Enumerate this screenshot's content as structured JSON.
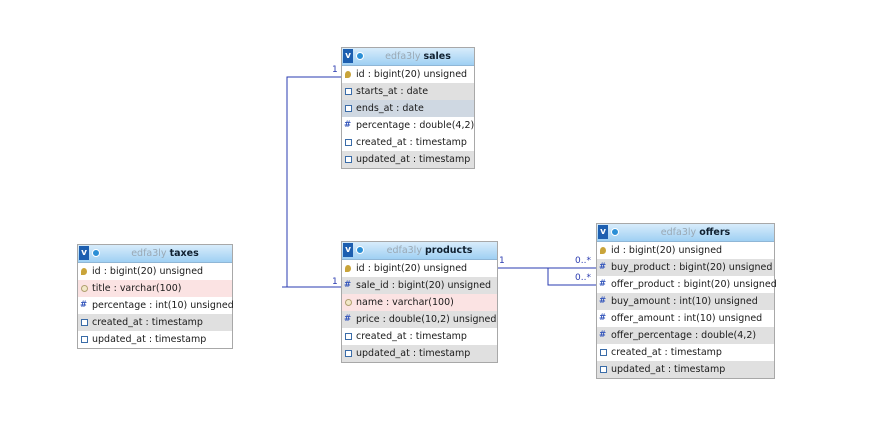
{
  "tables": {
    "sales": {
      "db": "edfa3ly",
      "name": "sales",
      "columns": [
        {
          "label": "id : bigint(20) unsigned",
          "icon": "key-icon",
          "shade": "none"
        },
        {
          "label": "starts_at : date",
          "icon": "date-icon",
          "shade": "alt"
        },
        {
          "label": "ends_at : date",
          "icon": "date-icon",
          "shade": "sel"
        },
        {
          "label": "percentage : double(4,2)",
          "icon": "number-icon",
          "shade": "none"
        },
        {
          "label": "created_at : timestamp",
          "icon": "date-icon",
          "shade": "none"
        },
        {
          "label": "updated_at : timestamp",
          "icon": "date-icon",
          "shade": "alt"
        }
      ]
    },
    "taxes": {
      "db": "edfa3ly",
      "name": "taxes",
      "columns": [
        {
          "label": "id : bigint(20) unsigned",
          "icon": "key-icon",
          "shade": "none"
        },
        {
          "label": "title : varchar(100)",
          "icon": "text-icon",
          "shade": "pink"
        },
        {
          "label": "percentage : int(10) unsigned",
          "icon": "number-icon",
          "shade": "none"
        },
        {
          "label": "created_at : timestamp",
          "icon": "date-icon",
          "shade": "alt"
        },
        {
          "label": "updated_at : timestamp",
          "icon": "date-icon",
          "shade": "none"
        }
      ]
    },
    "products": {
      "db": "edfa3ly",
      "name": "products",
      "columns": [
        {
          "label": "id : bigint(20) unsigned",
          "icon": "key-icon",
          "shade": "none"
        },
        {
          "label": "sale_id : bigint(20) unsigned",
          "icon": "number-icon",
          "shade": "alt"
        },
        {
          "label": "name : varchar(100)",
          "icon": "text-icon",
          "shade": "pink"
        },
        {
          "label": "price : double(10,2) unsigned",
          "icon": "number-icon",
          "shade": "alt"
        },
        {
          "label": "created_at : timestamp",
          "icon": "date-icon",
          "shade": "none"
        },
        {
          "label": "updated_at : timestamp",
          "icon": "date-icon",
          "shade": "alt"
        }
      ]
    },
    "offers": {
      "db": "edfa3ly",
      "name": "offers",
      "columns": [
        {
          "label": "id : bigint(20) unsigned",
          "icon": "key-icon",
          "shade": "none"
        },
        {
          "label": "buy_product : bigint(20) unsigned",
          "icon": "number-icon",
          "shade": "alt"
        },
        {
          "label": "offer_product : bigint(20) unsigned",
          "icon": "number-icon",
          "shade": "none"
        },
        {
          "label": "buy_amount : int(10) unsigned",
          "icon": "number-icon",
          "shade": "alt"
        },
        {
          "label": "offer_amount : int(10) unsigned",
          "icon": "number-icon",
          "shade": "none"
        },
        {
          "label": "offer_percentage : double(4,2)",
          "icon": "number-icon",
          "shade": "alt"
        },
        {
          "label": "created_at : timestamp",
          "icon": "date-icon",
          "shade": "none"
        },
        {
          "label": "updated_at : timestamp",
          "icon": "date-icon",
          "shade": "alt"
        }
      ]
    }
  },
  "header_buttons": {
    "toggle": "v"
  },
  "relations": {
    "sales_products": {
      "from": "1",
      "to": "1"
    },
    "products_offers": {
      "from": "1",
      "to_a": "0..*",
      "to_b": "0..*"
    }
  },
  "colors": {
    "relation_line": "#2a3bb0",
    "header_top": "#d8ecfb",
    "header_bottom": "#9fd0f3"
  }
}
